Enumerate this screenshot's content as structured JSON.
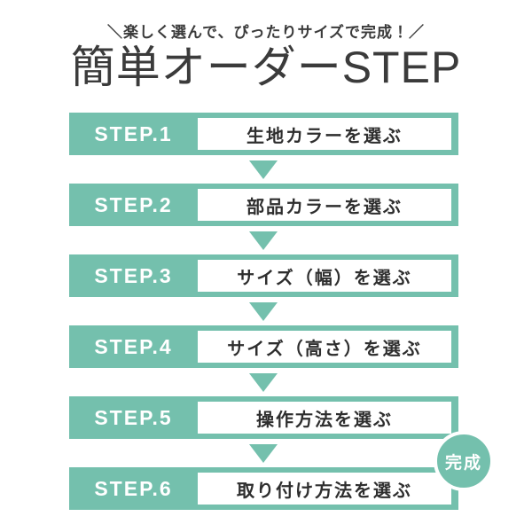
{
  "header": {
    "slogan": "＼楽しく選んで、ぴったりサイズで完成！／",
    "title": "簡単オーダーSTEP"
  },
  "steps": [
    {
      "label": "STEP.1",
      "text": "生地カラーを選ぶ"
    },
    {
      "label": "STEP.2",
      "text": "部品カラーを選ぶ"
    },
    {
      "label": "STEP.3",
      "text": "サイズ（幅）を選ぶ"
    },
    {
      "label": "STEP.4",
      "text": "サイズ（高さ）を選ぶ"
    },
    {
      "label": "STEP.5",
      "text": "操作方法を選ぶ"
    },
    {
      "label": "STEP.6",
      "text": "取り付け方法を選ぶ"
    }
  ],
  "finish_badge": {
    "label": "完成"
  },
  "colors": {
    "accent": "#74c0ad",
    "text_dark": "#3b3b3b",
    "step_text": "#2e2e2e"
  }
}
